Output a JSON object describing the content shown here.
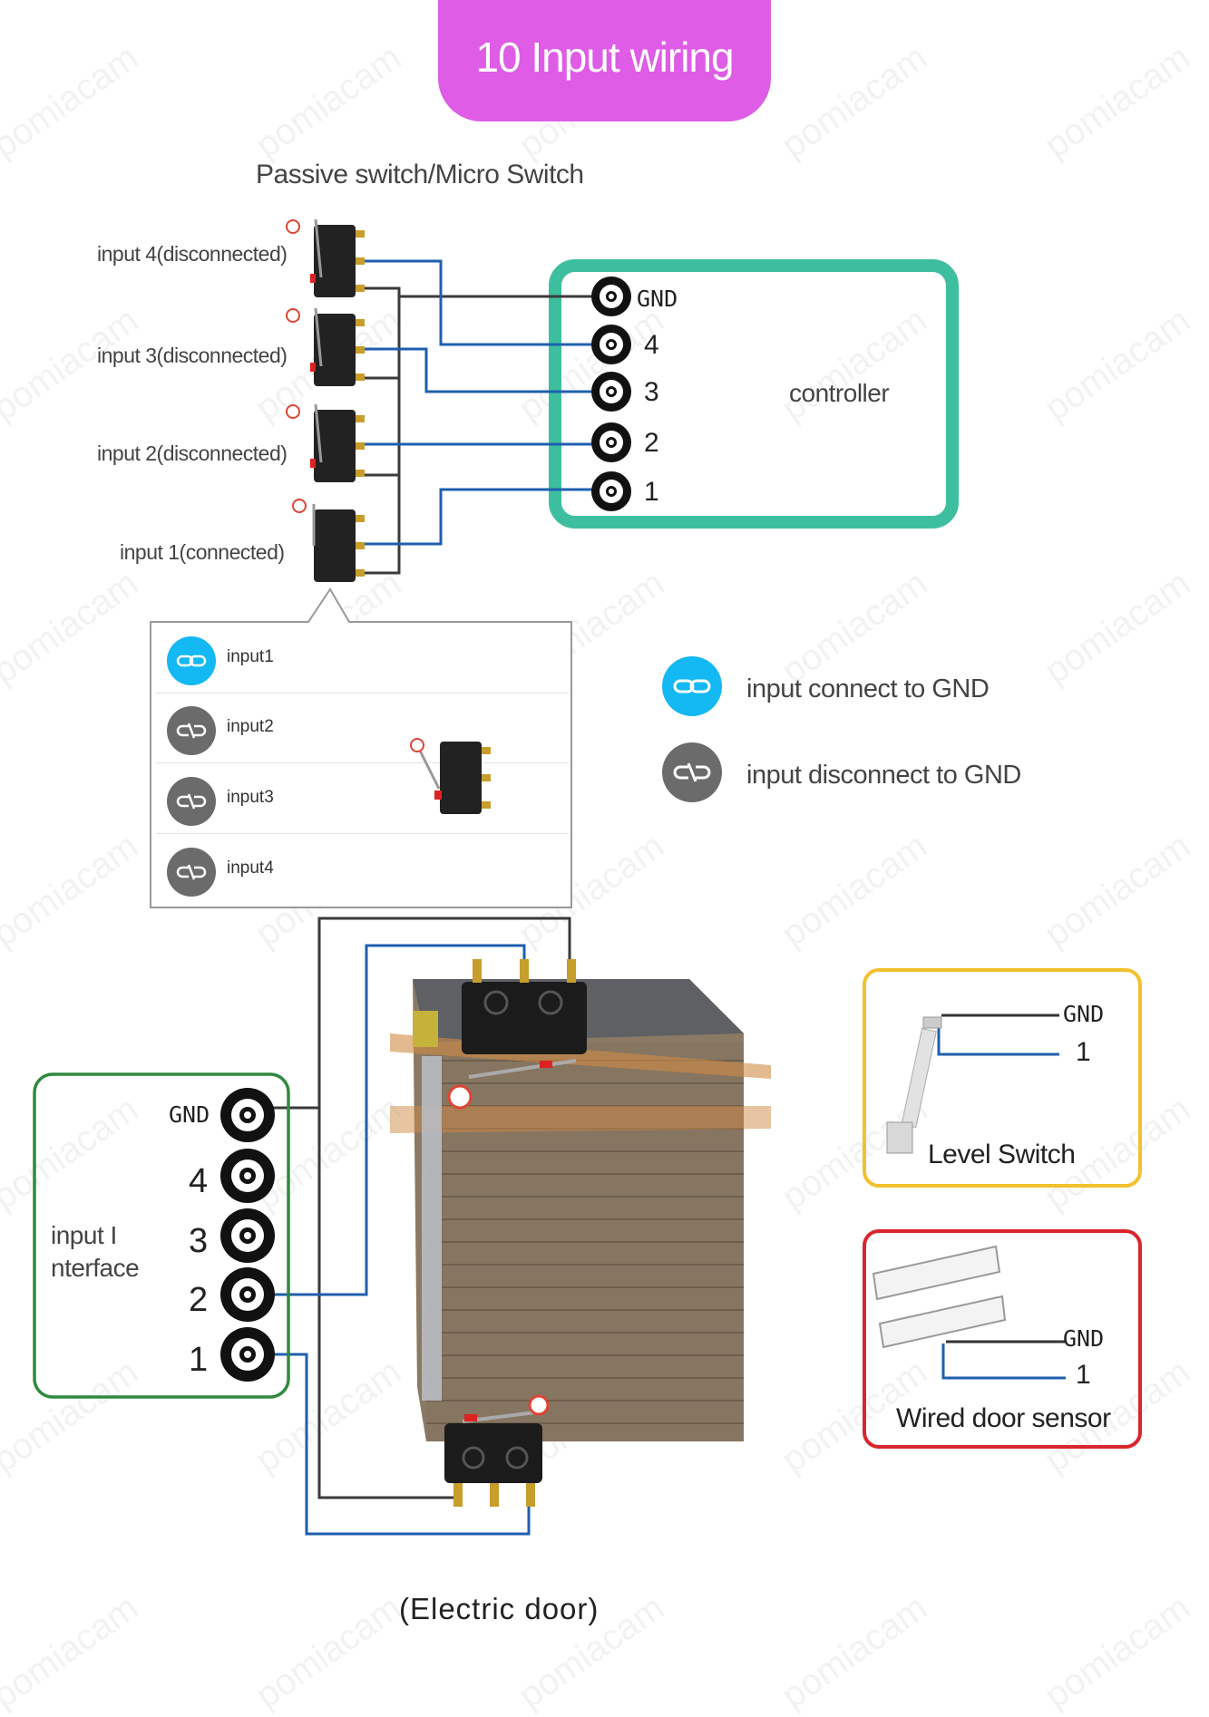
{
  "title": "10 Input wiring",
  "subtitle": "Passive switch/Micro Switch",
  "switch_labels": [
    "input 4(disconnected)",
    "input 3(disconnected)",
    "input 2(disconnected)",
    "input 1(connected)"
  ],
  "controller": {
    "label": "controller",
    "terminals": [
      "GND",
      "4",
      "3",
      "2",
      "1"
    ],
    "border_color": "#3dbf9f"
  },
  "panel": {
    "rows": [
      {
        "label": "input1",
        "state": "connected",
        "icon": "link-icon"
      },
      {
        "label": "input2",
        "state": "disconnected",
        "icon": "broken-link-icon"
      },
      {
        "label": "input3",
        "state": "disconnected",
        "icon": "broken-link-icon"
      },
      {
        "label": "input4",
        "state": "disconnected",
        "icon": "broken-link-icon"
      }
    ]
  },
  "legend": {
    "connected": "input connect to GND",
    "disconnected": "input disconnect to GND",
    "connected_color": "#14b8f2",
    "disconnected_color": "#6b6b6b"
  },
  "interface": {
    "label_line1": "input I",
    "label_line2": "nterface",
    "terminals": [
      "GND",
      "4",
      "3",
      "2",
      "1"
    ],
    "border_color": "#2f8a3e"
  },
  "level_switch": {
    "label": "Level Switch",
    "terminals": [
      "GND",
      "1"
    ],
    "border_color": "#f2c12e"
  },
  "door_sensor": {
    "label": "Wired door sensor",
    "terminals": [
      "GND",
      "1"
    ],
    "border_color": "#d9262c"
  },
  "caption": "(Electric door)",
  "watermark": "pomiacam",
  "wire_colors": {
    "signal": "#1f5fae",
    "ground": "#3a3a3a"
  }
}
